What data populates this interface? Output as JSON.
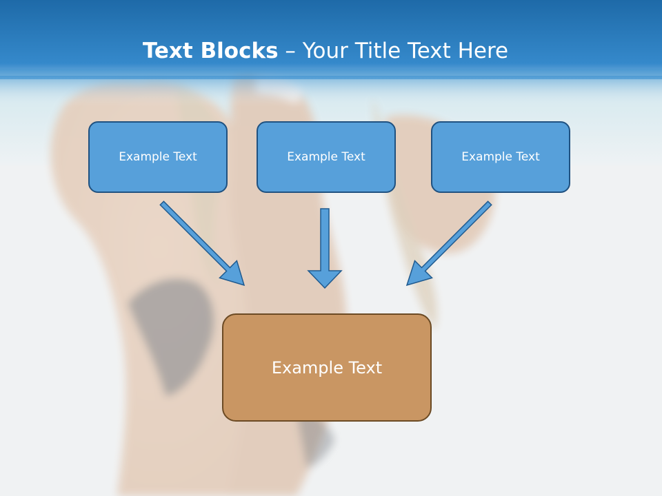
{
  "slide": {
    "title_bold": "Text Blocks",
    "title_dash": " – ",
    "title_rest": "Your Title Text Here",
    "top_boxes": [
      {
        "label": "Example Text"
      },
      {
        "label": "Example Text"
      },
      {
        "label": "Example Text"
      }
    ],
    "bottom_box": {
      "label": "Example Text"
    }
  },
  "colors": {
    "header_blue": "#2a7ec2",
    "box_blue": "#57a0da",
    "box_blue_border": "#1f5180",
    "box_brown": "#c99663",
    "box_brown_border": "#6b4a24",
    "arrow_fill": "#57a0da",
    "arrow_stroke": "#1f5a8f"
  }
}
